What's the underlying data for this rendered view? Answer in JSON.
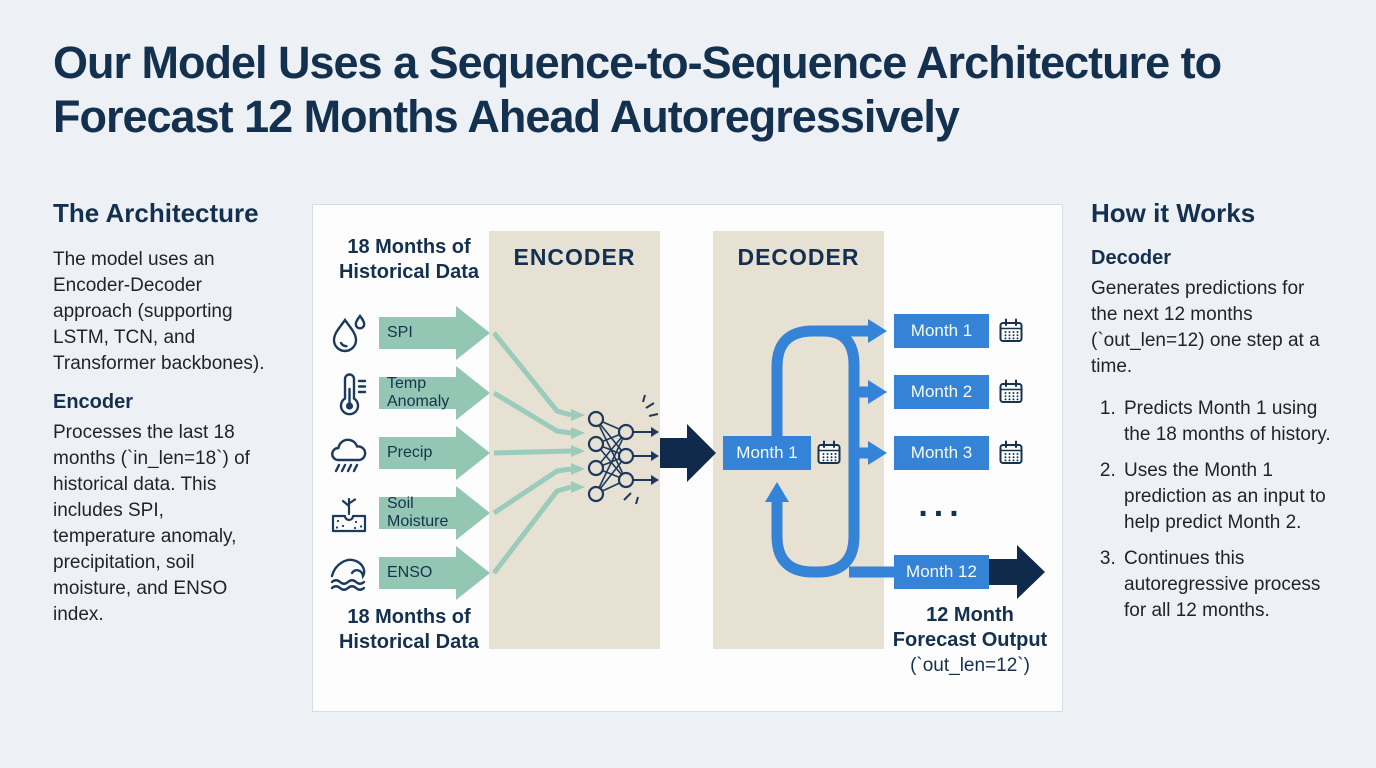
{
  "title": {
    "line1": "Our Model Uses a Sequence-to-Sequence Architecture to",
    "line2": "Forecast 12 Months Ahead Autoregressively"
  },
  "left_column": {
    "heading": "The Architecture",
    "intro": "The model uses an Encoder-Decoder approach (supporting LSTM, TCN, and Transformer backbones).",
    "encoder_heading": "Encoder",
    "encoder_body": "Processes the last 18 months (`in_len=18`) of historical data. This includes SPI, temperature anomaly, precipitation, soil moisture, and ENSO index."
  },
  "right_column": {
    "heading": "How it Works",
    "decoder_heading": "Decoder",
    "decoder_body": "Generates predictions for the next 12 months (`out_len=12) one step at a time.",
    "steps": [
      "Predicts Month 1 using the 18 months of history.",
      "Uses the Month 1 prediction as an input to help predict Month 2.",
      "Continues this autoregressive process for all 12 months."
    ]
  },
  "diagram": {
    "top_input_label": "18 Months of Historical Data",
    "bottom_input_label": "18 Months of Historical Data",
    "encoder_label": "ENCODER",
    "decoder_label": "DECODER",
    "inputs": [
      {
        "icon": "water-drop-icon",
        "label": "SPI"
      },
      {
        "icon": "thermometer-icon",
        "label": "Temp Anomaly"
      },
      {
        "icon": "rain-cloud-icon",
        "label": "Precip"
      },
      {
        "icon": "soil-moisture-icon",
        "label": "Soil Moisture"
      },
      {
        "icon": "ocean-wave-icon",
        "label": "ENSO"
      }
    ],
    "decoder_seed": {
      "label": "Month 1",
      "icon": "calendar-icon"
    },
    "outputs": [
      {
        "label": "Month 1",
        "icon": "calendar-icon"
      },
      {
        "label": "Month 2",
        "icon": "calendar-icon"
      },
      {
        "label": "Month 3",
        "icon": "calendar-icon"
      }
    ],
    "ellipsis": "...",
    "final_output": {
      "label": "Month 12"
    },
    "forecast_caption": "12 Month Forecast Output",
    "forecast_code": "(`out_len=12`)"
  },
  "colors": {
    "background": "#edf1f5",
    "heading_navy": "#14304f",
    "dark_arrow_navy": "#0f2a4b",
    "accent_blue": "#3583d6",
    "teal_arrow": "#93c7b4",
    "column_beige": "#e7e1d3"
  }
}
